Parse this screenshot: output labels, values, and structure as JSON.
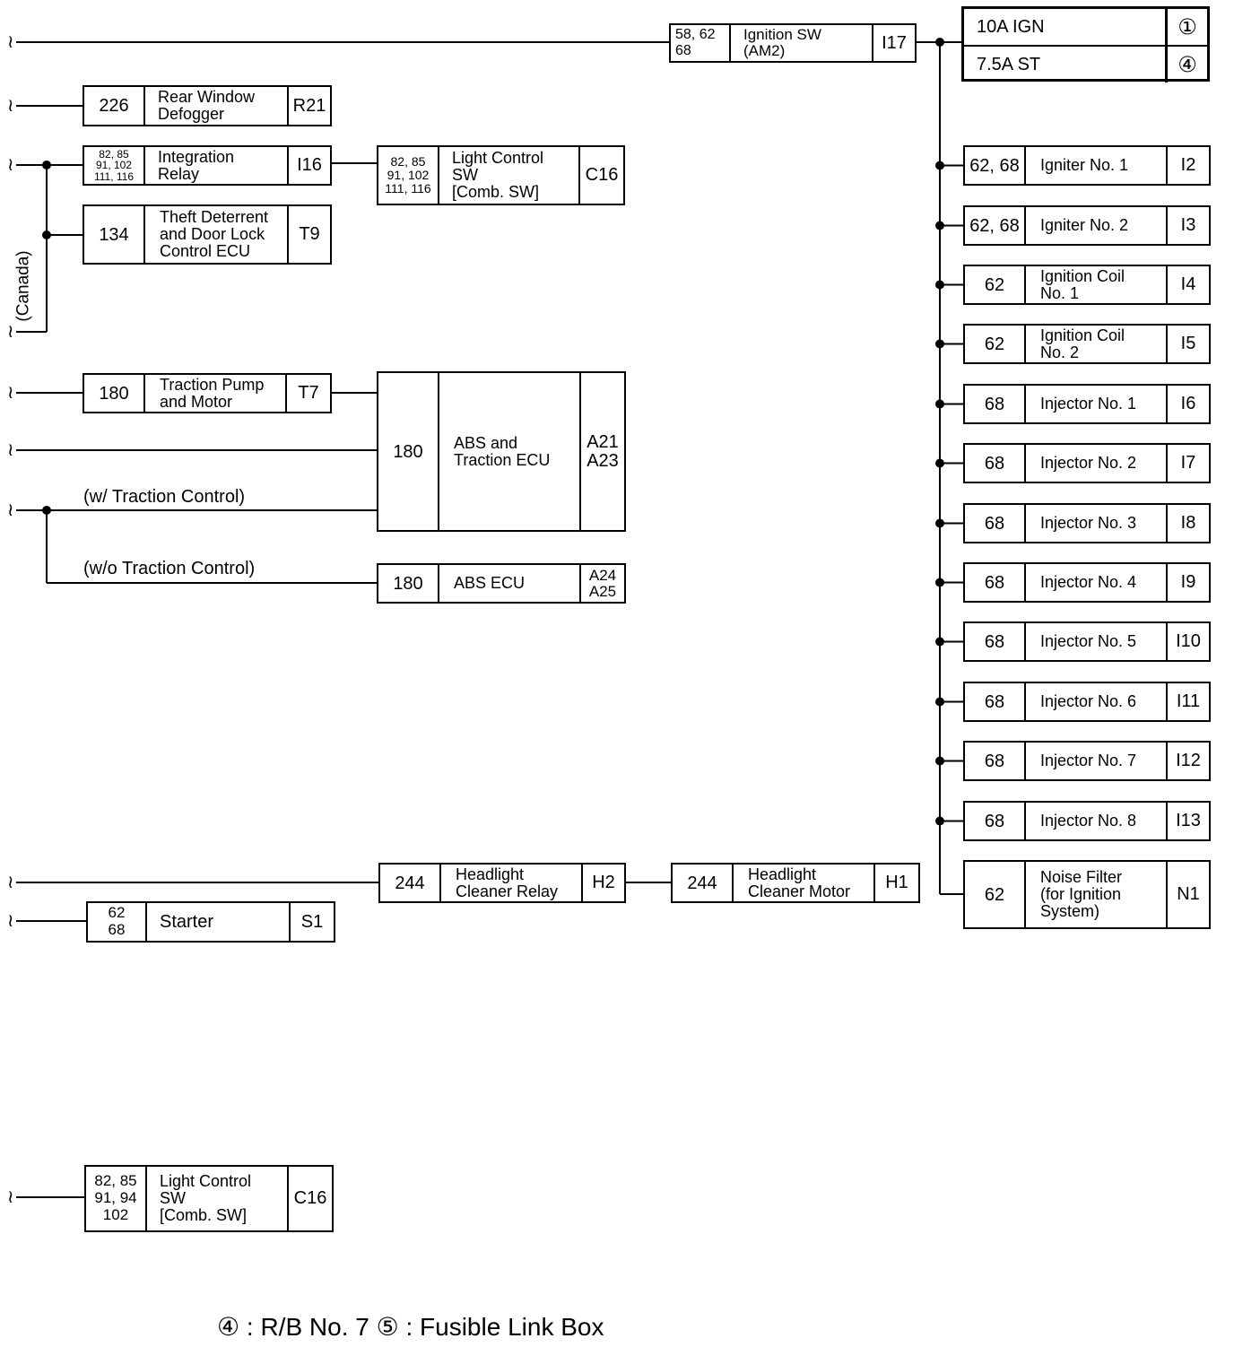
{
  "fuses": [
    {
      "name": "10A IGN",
      "symbol": "①"
    },
    {
      "name": "7.5A ST",
      "symbol": "④"
    }
  ],
  "ignition_sw": {
    "pages": "58, 62\n68",
    "name": "Ignition SW\n(AM2)",
    "code": "I17"
  },
  "left_components": {
    "rear_window_defogger": {
      "pages": "226",
      "name": "Rear Window\nDefogger",
      "code": "R21"
    },
    "integration_relay": {
      "pages": "82,  85\n91, 102\n111, 116",
      "name": "Integration\nRelay",
      "code": "I16"
    },
    "light_control_sw_upper": {
      "pages": "82,  85\n91, 102\n111, 116",
      "name": "Light Control\nSW\n[Comb. SW]",
      "code": "C16"
    },
    "theft_deterrent": {
      "pages": "134",
      "name": "Theft Deterrent\nand Door Lock\nControl ECU",
      "code": "T9"
    },
    "traction_pump": {
      "pages": "180",
      "name": "Traction Pump\nand Motor",
      "code": "T7"
    },
    "abs_traction_ecu": {
      "pages": "180",
      "name": "ABS and\nTraction ECU",
      "code": "A21\nA23"
    },
    "abs_ecu": {
      "pages": "180",
      "name": "ABS ECU",
      "code": "A24\nA25"
    },
    "headlight_cleaner_relay": {
      "pages": "244",
      "name": "Headlight\nCleaner Relay",
      "code": "H2"
    },
    "headlight_cleaner_motor": {
      "pages": "244",
      "name": "Headlight\nCleaner Motor",
      "code": "H1"
    },
    "starter": {
      "pages": "62\n68",
      "name": "Starter",
      "code": "S1"
    },
    "light_control_sw_lower": {
      "pages": "82, 85\n91, 94\n102",
      "name": "Light Control\nSW\n[Comb. SW]",
      "code": "C16"
    }
  },
  "right_components": [
    {
      "pages": "62, 68",
      "name": "Igniter No. 1",
      "code": "I2"
    },
    {
      "pages": "62, 68",
      "name": "Igniter No. 2",
      "code": "I3"
    },
    {
      "pages": "62",
      "name": "Ignition Coil\nNo. 1",
      "code": "I4"
    },
    {
      "pages": "62",
      "name": "Ignition Coil\nNo. 2",
      "code": "I5"
    },
    {
      "pages": "68",
      "name": "Injector No. 1",
      "code": "I6"
    },
    {
      "pages": "68",
      "name": "Injector No. 2",
      "code": "I7"
    },
    {
      "pages": "68",
      "name": "Injector No. 3",
      "code": "I8"
    },
    {
      "pages": "68",
      "name": "Injector No. 4",
      "code": "I9"
    },
    {
      "pages": "68",
      "name": "Injector No. 5",
      "code": "I10"
    },
    {
      "pages": "68",
      "name": "Injector No. 6",
      "code": "I11"
    },
    {
      "pages": "68",
      "name": "Injector No. 7",
      "code": "I12"
    },
    {
      "pages": "68",
      "name": "Injector No. 8",
      "code": "I13"
    },
    {
      "pages": "62",
      "name": "Noise Filter\n(for Ignition\nSystem)",
      "code": "N1"
    }
  ],
  "labels": {
    "canada": "(Canada)",
    "w_traction": "(w/ Traction Control)",
    "wo_traction": "(w/o Traction Control)",
    "squiggle": "≀"
  },
  "legend": "④ : R/B No. 7    ⑤ : Fusible Link Box"
}
